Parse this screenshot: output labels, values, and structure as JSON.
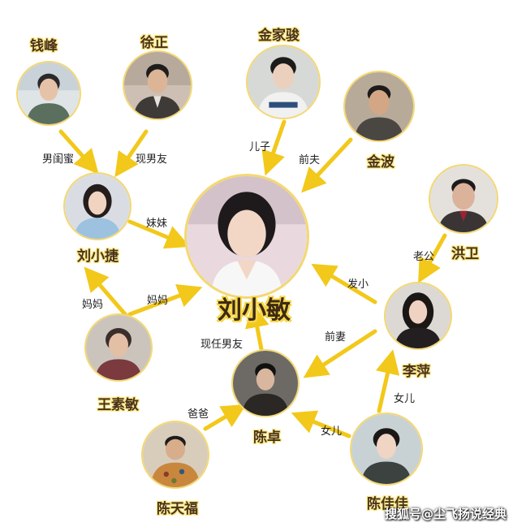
{
  "colors": {
    "arrow": "#f2c81a",
    "ring": "#f3d873",
    "name_text": "#4a3218",
    "name_glow": "#f6d64a"
  },
  "people": {
    "liu_xiaomin": "刘小敏",
    "qian_feng": "钱峰",
    "xu_zheng": "徐正",
    "jin_jiajun": "金家骏",
    "jin_bo": "金波",
    "liu_xiaojie": "刘小捷",
    "hong_wei": "洪卫",
    "wang_sumin": "王素敏",
    "li_ping": "李萍",
    "chen_zhuo": "陈卓",
    "chen_tianfu": "陈天福",
    "chen_jia": "陈佳佳"
  },
  "relations": {
    "qian_to_jie": "男闺蜜",
    "xu_to_jie": "现男友",
    "jiajun_to_min": "儿子",
    "jinbo_to_min": "前夫",
    "jie_to_min": "妹妹",
    "wang_to_jie": "妈妈",
    "wang_to_min": "妈妈",
    "hong_to_li": "老公",
    "li_to_min": "发小",
    "li_to_zhuo": "前妻",
    "zhuo_to_min": "现任男友",
    "tianfu_to_zhuo": "爸爸",
    "jia_to_zhuo": "女儿",
    "jia_to_li": "女儿"
  },
  "watermark": "搜狐号@尘飞扬说经典"
}
